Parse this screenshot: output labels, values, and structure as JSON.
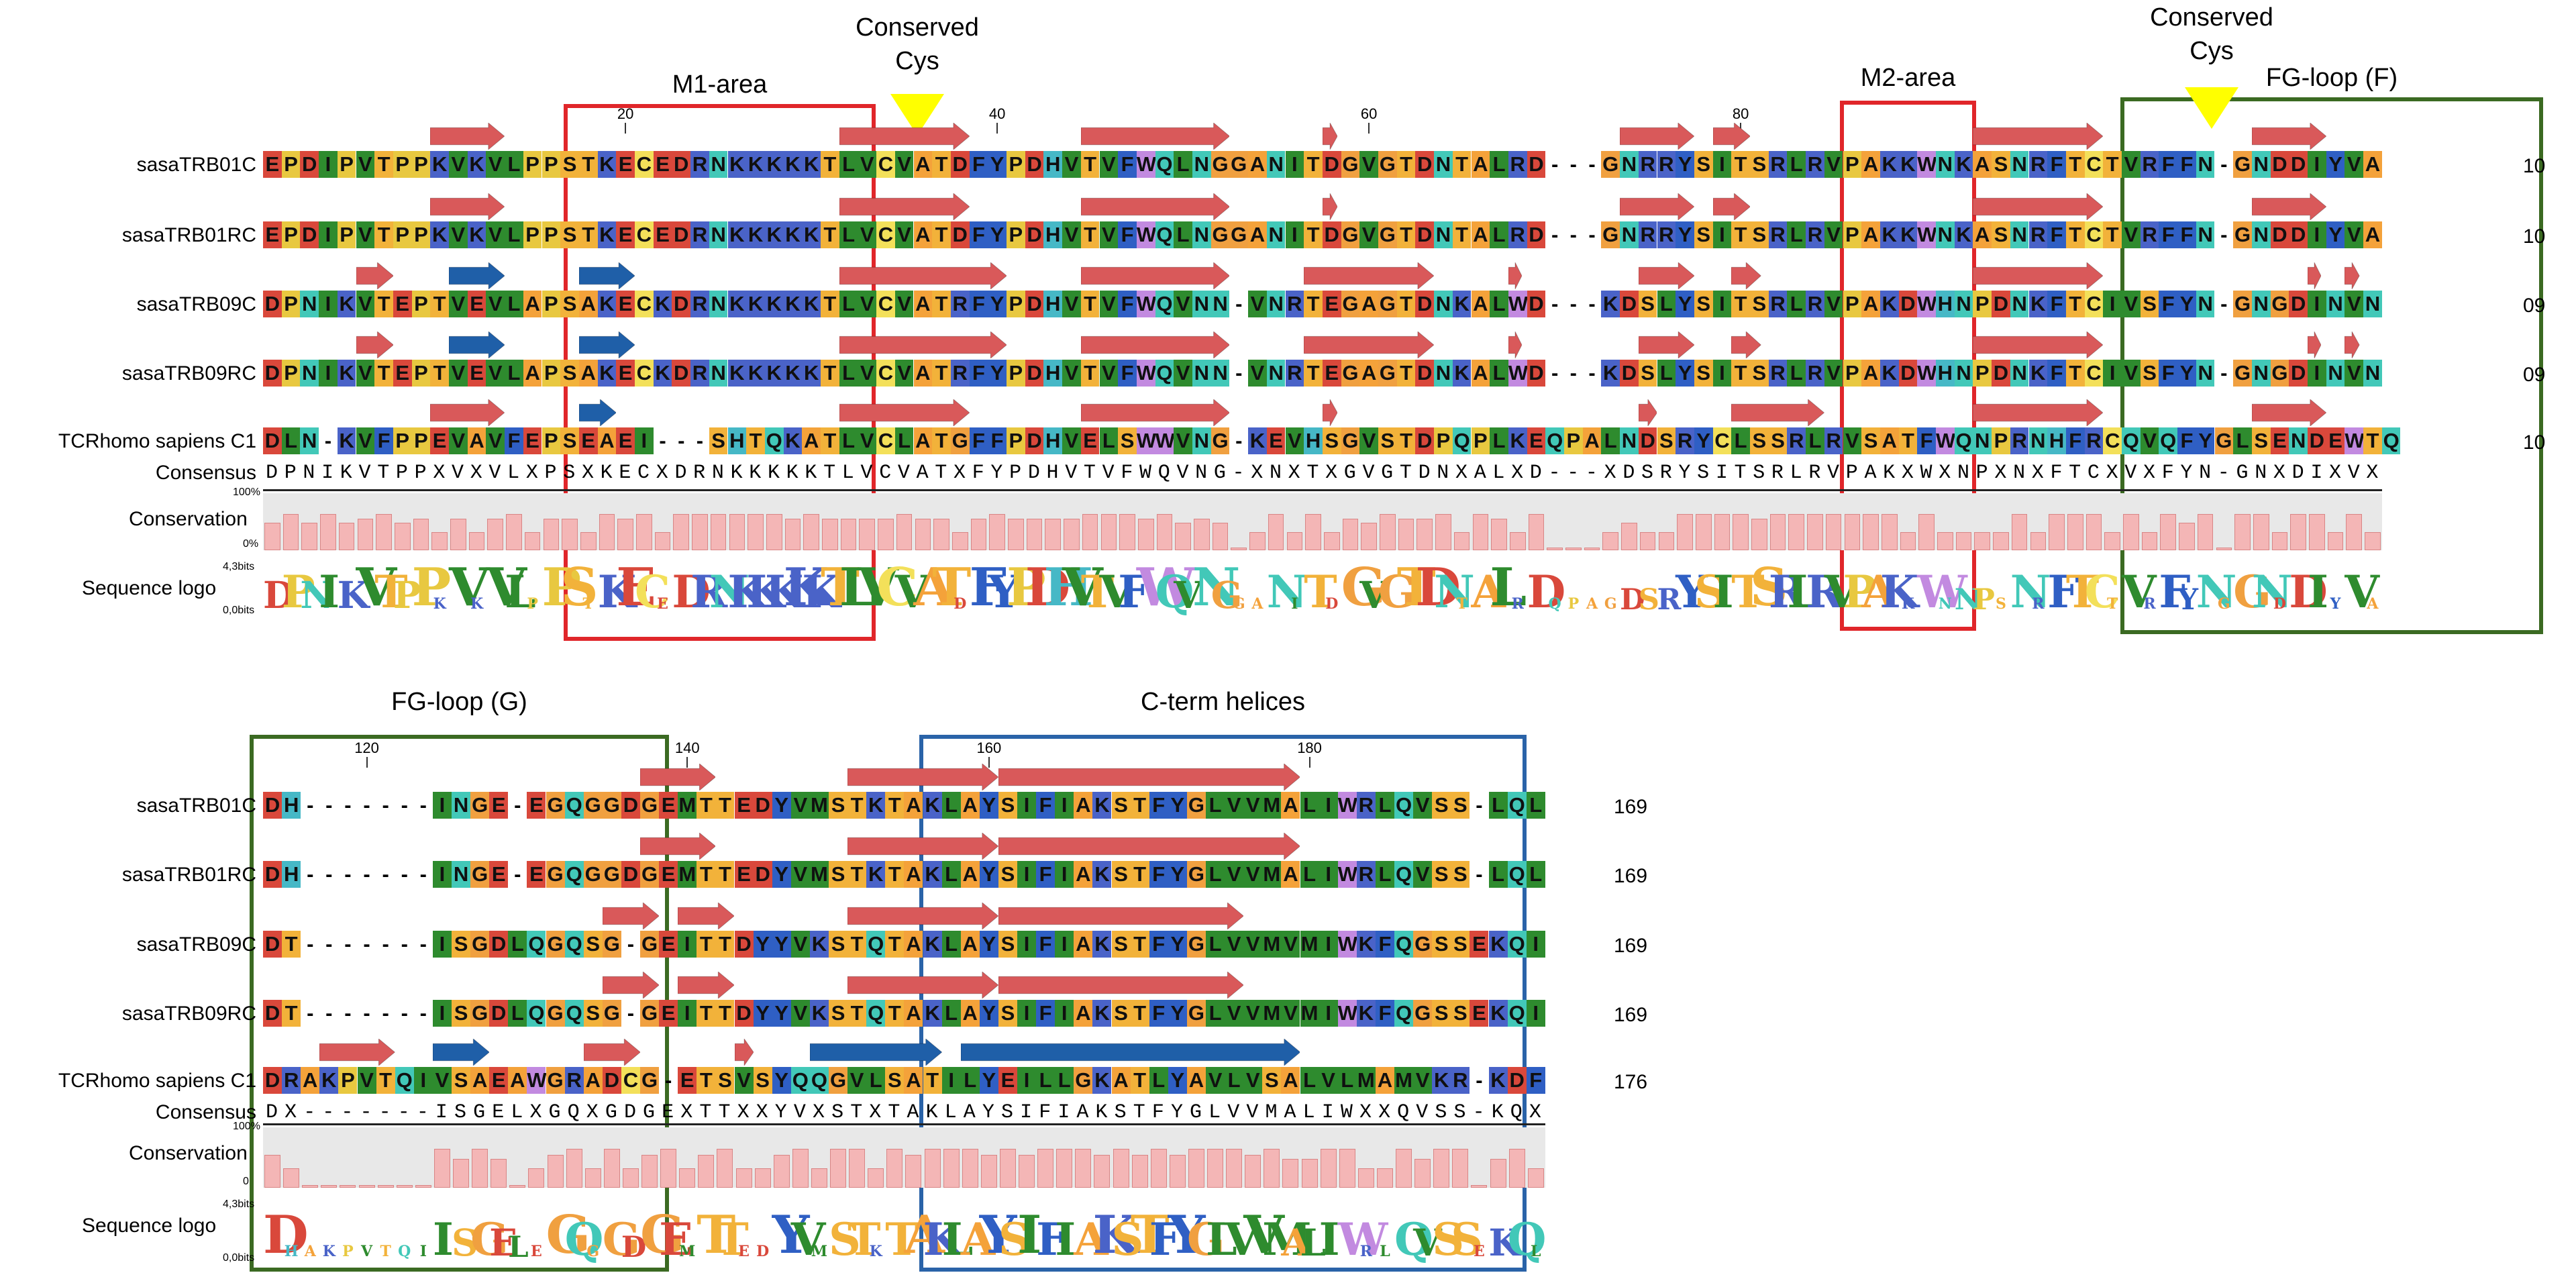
{
  "blocks": [
    {
      "rows": [
        {
          "name": "sasaTRB01C",
          "seq": "EPDIPVTPPKVKVLPPSTKECEDRNKKKKKTLVCVATDFYPDHVTVFWQLNGGANITDGVGTDNTALRD---GNRRYSITSRLRVPAKKWNKASNRFTCTVRFFN-GNDDIYVA",
          "end": "10"
        },
        {
          "name": "sasaTRB01RC",
          "seq": "EPDIPVTPPKVKVLPPSTKECEDRNKKKKKTLVCVATDFYPDHVTVFWQLNGGANITDGVGTDNTALRD---GNRRYSITSRLRVPAKKWNKASNRFTCTVRFFN-GNDDIYVA",
          "end": "10"
        },
        {
          "name": "sasaTRB09C",
          "seq": "DPNIKVTEPTVEVLAPSAKECKDRNKKKKKTLVCVATRFYPDHVTVFWQVNN-VNRTEGAGTDNKALWD---KDSLYSITSRLRVPAKDWHNPDNKFTCIVSFYN-GNGDINVN",
          "end": "09"
        },
        {
          "name": "sasaTRB09RC",
          "seq": "DPNIKVTEPTVEVLAPSAKECKDRNKKKKKTLVCVATRFYPDHVTVFWQVNN-VNRTEGAGTDNKALWD---KDSLYSITSRLRVPAKDWHNPDNKFTCIVSFYN-GNGDINVN",
          "end": "09"
        },
        {
          "name": "TCRhomo sapiens C1",
          "seq": "DLN-KVFPPEVAVFEPSEAEI---SHTQKATLVCLATGFFPDHVELSWWVNG-KEVHSGVSTDPQPLKEQPALNDSRYCLSSRLRVSATFWQNPRNHFRCQVQFYGLSENDEWTQ",
          "end": "10"
        }
      ],
      "consensus_label": "Consensus",
      "consensus": "DPNIKVTPPXVXVLXPSXKECXDRNKKKKKTLVCVATXFYPDHVTVFWQVNG-XNXTXGVGTDNXALXD---XDSRYSITSRLRVPAKXWXNPXNXFTCXVXFYN-GNXDIXVX",
      "conservation_label": "Conservation",
      "conservation_top": "100%",
      "conservation_bottom": "0%",
      "logo_label": "Sequence logo",
      "logo_top": "4,3bits",
      "logo_bottom": "0,0bits",
      "ticks": [
        "20",
        "40",
        "60",
        "80"
      ],
      "regions": [
        {
          "title": "M1-area"
        },
        {
          "title": "M2-area"
        },
        {
          "title": "FG-loop (F)"
        }
      ],
      "markers": [
        {
          "title_line1": "Conserved",
          "title_line2": "Cys"
        },
        {
          "title_line1": "Conserved",
          "title_line2": "Cys"
        }
      ]
    },
    {
      "rows": [
        {
          "name": "sasaTRB01C",
          "seq": "DH-------INGE-EGQGGDGEMTTEDYVMSTKTAKLAYSIFIAKSTFYGLVVMALIWRLQVSS-LQL",
          "end": "169"
        },
        {
          "name": "sasaTRB01RC",
          "seq": "DH-------INGE-EGQGGDGEMTTEDYVMSTKTAKLAYSIFIAKSTFYGLVVMALIWRLQVSS-LQL",
          "end": "169"
        },
        {
          "name": "sasaTRB09C",
          "seq": "DT-------ISGDLQGQSG-GEITTDYYVKSTQTAKLAYSIFIAKSTFYGLVVMVMIWKFQGSSEKQI",
          "end": "169"
        },
        {
          "name": "sasaTRB09RC",
          "seq": "DT-------ISGDLQGQSG-GEITTDYYVKSTQTAKLAYSIFIAKSTFYGLVVMVMIWKFQGSSEKQI",
          "end": "169"
        },
        {
          "name": "TCRhomo sapiens C1",
          "seq": "DRAKPVTQIVSAEAWGRADCG-ETSVSYQQGVLSATILYEILLGKATLYAVLVSALVLMAMVKR-KDF",
          "end": "176"
        }
      ],
      "consensus_label": "Consensus",
      "consensus": "DX-------ISGELXGQXGDGEXTTXXYVXSTXTAKLAYSIFIAKSTFYGLVVMALIWXXQVSS-KQX",
      "conservation_label": "Conservation",
      "conservation_top": "100%",
      "conservation_bottom": "0",
      "logo_label": "Sequence logo",
      "logo_top": "4,3bits",
      "logo_bottom": "0,0bits",
      "ticks": [
        "120",
        "140",
        "160",
        "180"
      ],
      "regions": [
        {
          "title": "FG-loop (G)"
        },
        {
          "title": "C-term helices"
        }
      ],
      "markers": []
    }
  ],
  "colors": {
    "A": "#f4a23a",
    "V": "#2e8b2e",
    "I": "#2e8b2e",
    "L": "#2e8b2e",
    "M": "#2e8b2e",
    "F": "#2f5fc4",
    "W": "#c28ae0",
    "Y": "#2f5fc4",
    "K": "#4a63c8",
    "R": "#4a63c8",
    "H": "#46b8c6",
    "D": "#d9483b",
    "E": "#d9483b",
    "S": "#f2b23a",
    "T": "#f2b23a",
    "N": "#42c8b8",
    "Q": "#42c8b8",
    "G": "#f0a040",
    "P": "#e8c840",
    "C": "#f3e05a",
    "strand_red": "#d9595a",
    "helix_blue": "#1f5fa8",
    "region_red": "#e0262a",
    "region_green": "#3b6a22",
    "region_blue": "#2a63a8",
    "marker_yellow": "#ffff00"
  }
}
